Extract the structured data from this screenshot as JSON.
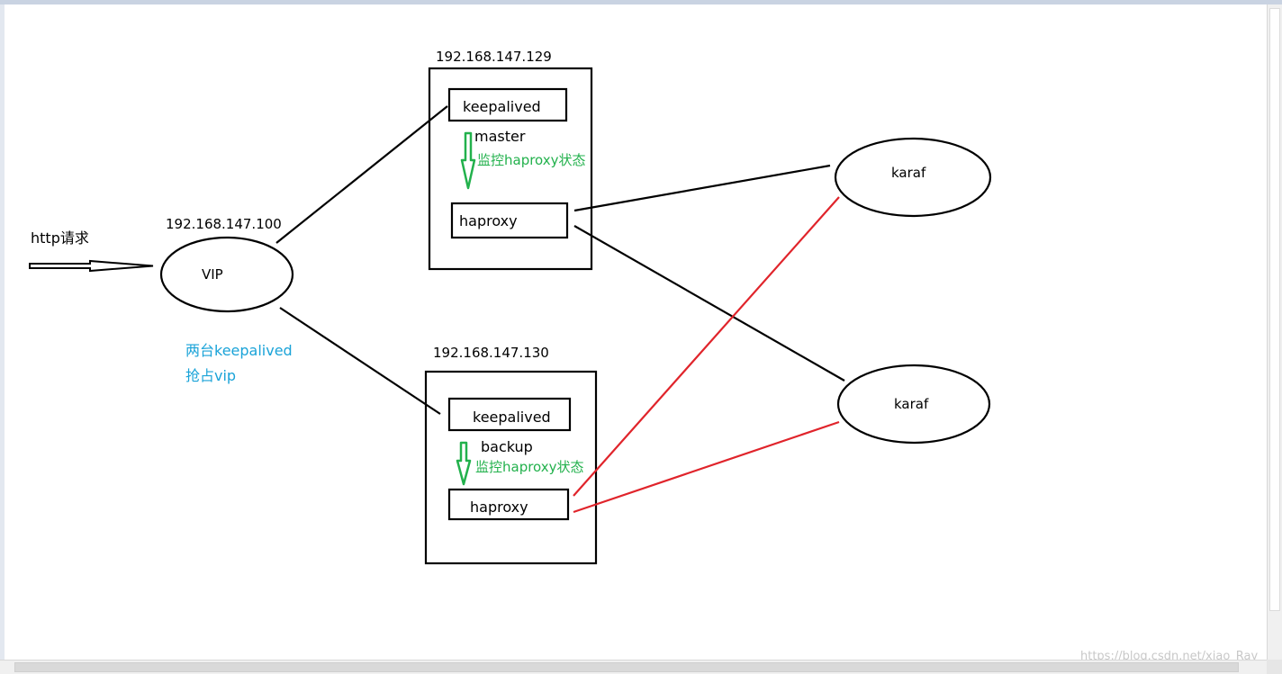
{
  "colors": {
    "black": "#000000",
    "red": "#e0242b",
    "green": "#22b14c",
    "blue": "#1aa3d8"
  },
  "http_request": {
    "label": "http请求"
  },
  "vip": {
    "ip": "192.168.147.100",
    "label": "VIP",
    "note_line1": "两台keepalived",
    "note_line2": "抢占vip"
  },
  "master_server": {
    "ip": "192.168.147.129",
    "keepalived_label": "keepalived",
    "role": "master",
    "monitor_label": "监控haproxy状态",
    "haproxy_label": "haproxy"
  },
  "backup_server": {
    "ip": "192.168.147.130",
    "keepalived_label": "keepalived",
    "role": "backup",
    "monitor_label": "监控haproxy状态",
    "haproxy_label": "haproxy"
  },
  "karaf_top": {
    "label": "karaf"
  },
  "karaf_bottom": {
    "label": "karaf"
  },
  "watermark": "https://blog.csdn.net/xiao_Ray"
}
